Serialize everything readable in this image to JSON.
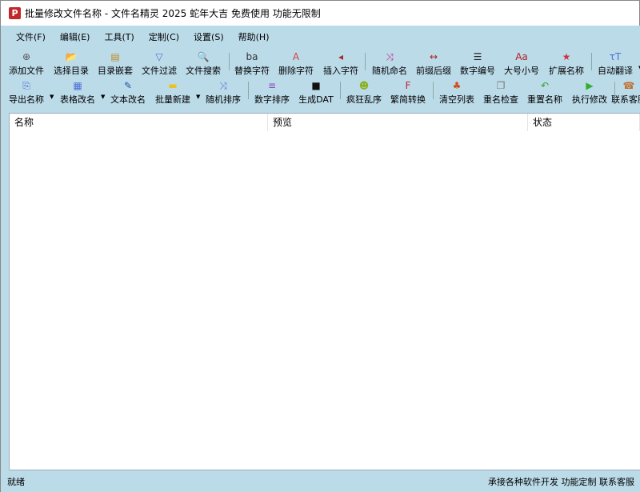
{
  "window": {
    "title": "批量修改文件名称 - 文件名精灵 2025 蛇年大吉 免费使用 功能无限制",
    "logo": "P"
  },
  "menu": [
    "文件(F)",
    "编辑(E)",
    "工具(T)",
    "定制(C)",
    "设置(S)",
    "帮助(H)"
  ],
  "toolbar1": [
    {
      "label": "添加文件",
      "icon": "add-file-icon",
      "glyph": "⊕",
      "color": "#555"
    },
    {
      "label": "选择目录",
      "icon": "folder-open-icon",
      "glyph": "📂",
      "color": "#e0a020"
    },
    {
      "label": "目录嵌套",
      "icon": "nested-folder-icon",
      "glyph": "▤",
      "color": "#c08a20"
    },
    {
      "label": "文件过滤",
      "icon": "filter-icon",
      "glyph": "▽",
      "color": "#4a6fd8"
    },
    {
      "label": "文件搜索",
      "icon": "search-icon",
      "glyph": "🔍",
      "color": "#888"
    },
    {
      "label": "替换字符",
      "icon": "replace-icon",
      "glyph": "ba",
      "color": "#333"
    },
    {
      "label": "删除字符",
      "icon": "delete-char-icon",
      "glyph": "A",
      "color": "#d04040"
    },
    {
      "label": "插入字符",
      "icon": "insert-char-icon",
      "glyph": "◂",
      "color": "#a03030"
    },
    {
      "label": "随机命名",
      "icon": "shuffle-icon",
      "glyph": "⤨",
      "color": "#c0208a"
    },
    {
      "label": "前缀后缀",
      "icon": "prefix-suffix-icon",
      "glyph": "↔",
      "color": "#b02020"
    },
    {
      "label": "数字编号",
      "icon": "numbered-list-icon",
      "glyph": "☰",
      "color": "#222"
    },
    {
      "label": "大号小号",
      "icon": "case-icon",
      "glyph": "Aa",
      "color": "#b02020"
    },
    {
      "label": "扩展名称",
      "icon": "star-icon",
      "glyph": "★",
      "color": "#d03040"
    },
    {
      "label": "自动翻译",
      "icon": "translate-icon",
      "glyph": "τT",
      "color": "#4a6fd8"
    }
  ],
  "toolbar2": [
    {
      "label": "导出名称",
      "icon": "export-icon",
      "glyph": "⎘",
      "color": "#4a6fd8"
    },
    {
      "label": "表格改名",
      "icon": "table-icon",
      "glyph": "▦",
      "color": "#4a6fd8"
    },
    {
      "label": "文本改名",
      "icon": "edit-icon",
      "glyph": "✎",
      "color": "#2050b0"
    },
    {
      "label": "批量新建",
      "icon": "folder-icon",
      "glyph": "▬",
      "color": "#f0c020"
    },
    {
      "label": "随机排序",
      "icon": "random-sort-icon",
      "glyph": "⤨",
      "color": "#4a6fd8"
    },
    {
      "label": "数字排序",
      "icon": "number-sort-icon",
      "glyph": "≡",
      "color": "#8a4ac0"
    },
    {
      "label": "生成DAT",
      "icon": "terminal-icon",
      "glyph": "■",
      "color": "#111"
    },
    {
      "label": "疯狂乱序",
      "icon": "crazy-icon",
      "glyph": "☻",
      "color": "#8ab020"
    },
    {
      "label": "繁简转换",
      "icon": "convert-icon",
      "glyph": "F",
      "color": "#c02030"
    },
    {
      "label": "清空列表",
      "icon": "clear-icon",
      "glyph": "♣",
      "color": "#d05020"
    },
    {
      "label": "重名检查",
      "icon": "copy-icon",
      "glyph": "❐",
      "color": "#777"
    },
    {
      "label": "重置名称",
      "icon": "undo-icon",
      "glyph": "↶",
      "color": "#30a030"
    },
    {
      "label": "执行修改",
      "icon": "play-icon",
      "glyph": "▶",
      "color": "#30b030"
    },
    {
      "label": "联系客服",
      "icon": "contact-icon",
      "glyph": "☎",
      "color": "#c07030"
    }
  ],
  "list": {
    "columns": [
      "名称",
      "预览",
      "状态"
    ]
  },
  "status": {
    "left": "就绪",
    "right": "承接各种软件开发 功能定制 联系客服"
  }
}
